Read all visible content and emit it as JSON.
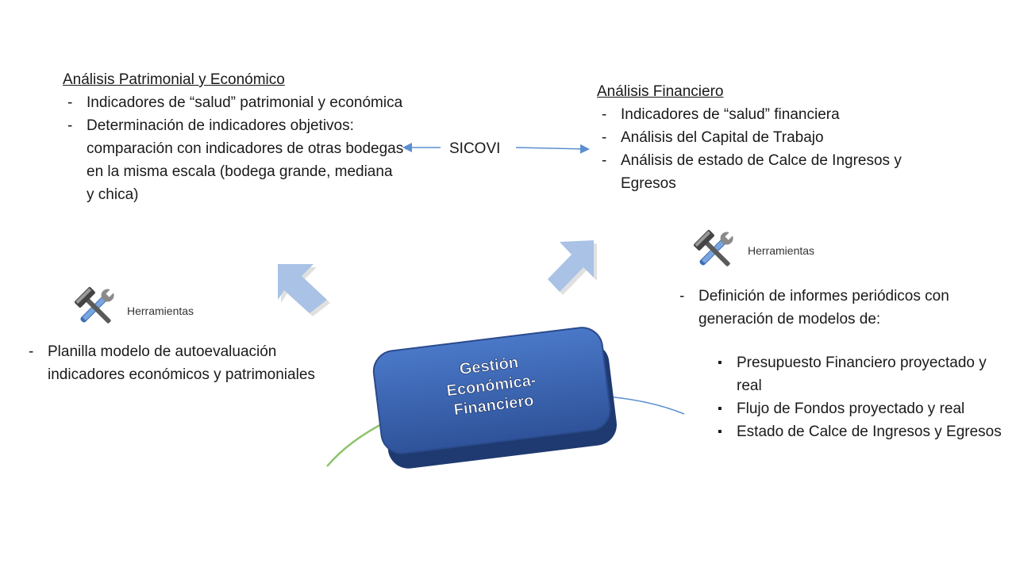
{
  "left_block": {
    "heading": "Análisis Patrimonial y Económico",
    "items": [
      "Indicadores de “salud” patrimonial y económica",
      "Determinación de indicadores objetivos: comparación con indicadores de otras bodegas en la misma escala (bodega grande, mediana y chica)"
    ]
  },
  "center_label": "SICOVI",
  "right_block": {
    "heading": "Análisis  Financiero",
    "items": [
      "Indicadores de “salud” financiera",
      "Análisis del Capital de Trabajo",
      "Análisis de estado de Calce de Ingresos y Egresos"
    ]
  },
  "tools_left": {
    "label": "Herramientas",
    "icon": "tools-icon",
    "items": [
      "Planilla modelo  de autoevaluación indicadores económicos y patrimoniales"
    ]
  },
  "tools_right": {
    "label": "Herramientas",
    "icon": "tools-icon",
    "intro": "Definición de informes periódicos con generación de modelos de:",
    "items": [
      "Presupuesto Financiero proyectado y real",
      "Flujo de Fondos  proyectado y real",
      "Estado de Calce de Ingresos y Egresos"
    ]
  },
  "center_box": {
    "lines": [
      "Gestión",
      "Económica-",
      "Financiero"
    ]
  },
  "colors": {
    "box_blue": "#3a63b0",
    "arrow_fill": "#a9c2e6",
    "connector": "#5b8fd1",
    "green_arc": "#8fc36b"
  }
}
